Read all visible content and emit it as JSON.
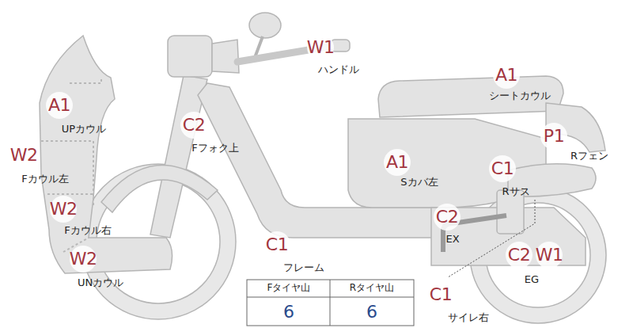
{
  "diagram": {
    "labels": [
      "W1",
      "ハンドル",
      "A1",
      "シートカウル",
      "A1",
      "UPカウル",
      "C2",
      "Fフォク上",
      "P1",
      "Rフェン",
      "W2",
      "Fカウル左",
      "A1",
      "Sカバ左",
      "C1",
      "Rサス",
      "W2",
      "Fカウル右",
      "C2",
      "EX",
      "C1",
      "フレーム",
      "C2",
      "W1",
      "EG",
      "W2",
      "UNカウル",
      "Fタイヤ山",
      "Rタイヤ山",
      "6",
      "6",
      "C1",
      "サイレ右"
    ]
  }
}
